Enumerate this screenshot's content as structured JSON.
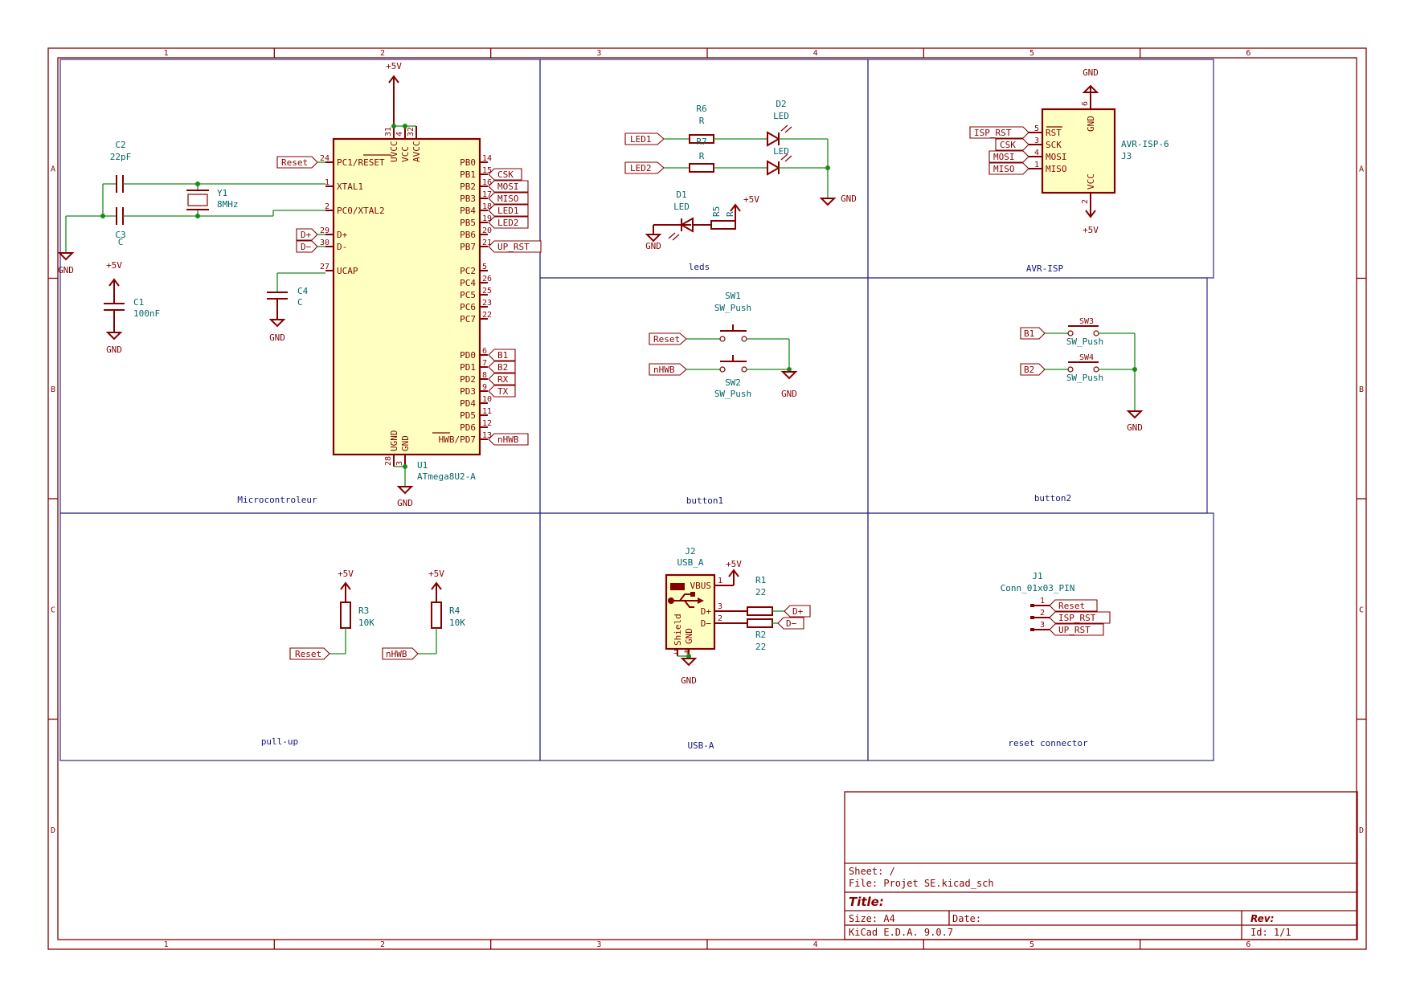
{
  "frame": {
    "columns": [
      "1",
      "2",
      "3",
      "4",
      "5",
      "6"
    ],
    "rows": [
      "A",
      "B",
      "C",
      "D"
    ]
  },
  "blocks": {
    "microcontroleur": "Microcontroleur",
    "leds": "leds",
    "avr_isp": "AVR-ISP",
    "button1": "button1",
    "button2": "button2",
    "pull_up": "pull-up",
    "usb_a": "USB-A",
    "reset_connector": "reset connector"
  },
  "power": {
    "vcc": "+5V",
    "gnd": "GND"
  },
  "mcu": {
    "ref": "U1",
    "value": "ATmega8U2-A",
    "left_pins": [
      {
        "num": "24",
        "name": "PC1/RESET",
        "label": "Reset"
      },
      {
        "num": "1",
        "name": "XTAL1",
        "label": ""
      },
      {
        "num": "2",
        "name": "PC0/XTAL2",
        "label": ""
      },
      {
        "num": "29",
        "name": "D+",
        "label": "D+"
      },
      {
        "num": "30",
        "name": "D-",
        "label": "D−"
      },
      {
        "num": "27",
        "name": "UCAP",
        "label": ""
      }
    ],
    "top_pins": [
      {
        "num": "31",
        "name": "UVCC"
      },
      {
        "num": "4",
        "name": "VCC"
      },
      {
        "num": "32",
        "name": "AVCC"
      }
    ],
    "bottom_pins": [
      {
        "num": "28",
        "name": "UGND"
      },
      {
        "num": "3",
        "name": "GND"
      }
    ],
    "right_pins": [
      {
        "num": "14",
        "name": "PB0",
        "label": ""
      },
      {
        "num": "15",
        "name": "PB1",
        "label": "CSK"
      },
      {
        "num": "16",
        "name": "PB2",
        "label": "MOSI"
      },
      {
        "num": "17",
        "name": "PB3",
        "label": "MISO"
      },
      {
        "num": "18",
        "name": "PB4",
        "label": "LED1"
      },
      {
        "num": "19",
        "name": "PB5",
        "label": "LED2"
      },
      {
        "num": "20",
        "name": "PB6",
        "label": ""
      },
      {
        "num": "21",
        "name": "PB7",
        "label": "UP_RST"
      },
      {
        "num": "",
        "name": "",
        "label": ""
      },
      {
        "num": "5",
        "name": "PC2",
        "label": ""
      },
      {
        "num": "26",
        "name": "PC4",
        "label": ""
      },
      {
        "num": "25",
        "name": "PC5",
        "label": ""
      },
      {
        "num": "23",
        "name": "PC6",
        "label": ""
      },
      {
        "num": "22",
        "name": "PC7",
        "label": ""
      },
      {
        "num": "",
        "name": "",
        "label": ""
      },
      {
        "num": "",
        "name": "",
        "label": ""
      },
      {
        "num": "6",
        "name": "PD0",
        "label": "B1"
      },
      {
        "num": "7",
        "name": "PD1",
        "label": "B2"
      },
      {
        "num": "8",
        "name": "PD2",
        "label": "RX"
      },
      {
        "num": "9",
        "name": "PD3",
        "label": "TX"
      },
      {
        "num": "10",
        "name": "PD4",
        "label": ""
      },
      {
        "num": "11",
        "name": "PD5",
        "label": ""
      },
      {
        "num": "12",
        "name": "PD6",
        "label": ""
      },
      {
        "num": "13",
        "name": "HWB/PD7",
        "label": "nHWB"
      }
    ]
  },
  "parts": {
    "c2": {
      "ref": "C2",
      "value": "22pF"
    },
    "c3": {
      "ref": "C3",
      "value": "C"
    },
    "y1": {
      "ref": "Y1",
      "value": "8MHz"
    },
    "c1": {
      "ref": "C1",
      "value": "100nF"
    },
    "c4": {
      "ref": "C4",
      "value": "C"
    },
    "r6": {
      "ref": "R6",
      "value": "R"
    },
    "r7": {
      "ref": "R7",
      "value": "R"
    },
    "d2": {
      "ref": "D2",
      "value": "LED"
    },
    "d3": {
      "value": "LED"
    },
    "d1": {
      "ref": "D1",
      "value": "LED"
    },
    "r5": {
      "ref": "R5",
      "value": "R"
    },
    "j3": {
      "ref": "J3",
      "value": "AVR-ISP-6",
      "pins": [
        {
          "num": "5",
          "name": "RST",
          "label": "ISP_RST"
        },
        {
          "num": "3",
          "name": "SCK",
          "label": "CSK"
        },
        {
          "num": "4",
          "name": "MOSI",
          "label": "MOSI"
        },
        {
          "num": "1",
          "name": "MISO",
          "label": "MISO"
        }
      ],
      "gnd_pin": {
        "num": "6",
        "name": "GND"
      },
      "vcc_pin": {
        "num": "2",
        "name": "VCC"
      }
    },
    "sw1": {
      "ref": "SW1",
      "value": "SW_Push",
      "label": "Reset"
    },
    "sw2": {
      "ref": "SW2",
      "value": "SW_Push",
      "label": "nHWB"
    },
    "sw3": {
      "ref": "SW3",
      "value": "SW_Push",
      "label": "B1"
    },
    "sw4": {
      "ref": "SW4",
      "value": "SW_Push",
      "label": "B2"
    },
    "r3": {
      "ref": "R3",
      "value": "10K",
      "label": "Reset"
    },
    "r4": {
      "ref": "R4",
      "value": "10K",
      "label": "nHWB"
    },
    "j2": {
      "ref": "J2",
      "value": "USB_A",
      "pins": [
        {
          "num": "1",
          "name": "VBUS"
        },
        {
          "num": "3",
          "name": "D+"
        },
        {
          "num": "2",
          "name": "D−"
        }
      ],
      "shield": "Shield",
      "gnd": "GND",
      "shield_num": "5",
      "gnd_num": "4"
    },
    "r1": {
      "ref": "R1",
      "value": "22",
      "label": "D+"
    },
    "r2": {
      "ref": "R2",
      "value": "22",
      "label": "D−"
    },
    "j1": {
      "ref": "J1",
      "value": "Conn_01x03_PIN",
      "pins": [
        {
          "num": "1",
          "label": "Reset"
        },
        {
          "num": "2",
          "label": "ISP_RST"
        },
        {
          "num": "3",
          "label": "UP_RST"
        }
      ]
    }
  },
  "labels": {
    "led1": "LED1",
    "led2": "LED2",
    "dplus": "D+",
    "dminus": "D−"
  },
  "title_block": {
    "sheet": "Sheet: /",
    "file": "File: Projet SE.kicad_sch",
    "title": "Title:",
    "size": "Size: A4",
    "date": "Date:",
    "rev": "Rev:",
    "kicad": "KiCad E.D.A. 9.0.7",
    "id": "Id: 1/1"
  }
}
